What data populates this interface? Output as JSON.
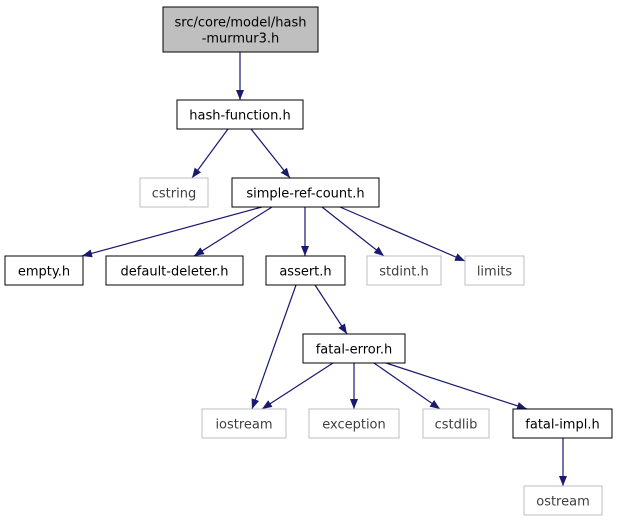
{
  "graph": {
    "colors": {
      "edge": "#191970",
      "root_fill": "#bfbfbf",
      "node_border": "#000000",
      "external_border": "#bfbfbf",
      "external_text": "#3f3f3f",
      "text": "#000000"
    },
    "nodes": [
      {
        "id": "root",
        "lines": [
          "src/core/model/hash",
          "-murmur3.h"
        ],
        "kind": "root"
      },
      {
        "id": "hash-function",
        "lines": [
          "hash-function.h"
        ],
        "kind": "file"
      },
      {
        "id": "cstring",
        "lines": [
          "cstring"
        ],
        "kind": "external"
      },
      {
        "id": "simple-ref-count",
        "lines": [
          "simple-ref-count.h"
        ],
        "kind": "file"
      },
      {
        "id": "empty",
        "lines": [
          "empty.h"
        ],
        "kind": "file"
      },
      {
        "id": "default-deleter",
        "lines": [
          "default-deleter.h"
        ],
        "kind": "file"
      },
      {
        "id": "assert",
        "lines": [
          "assert.h"
        ],
        "kind": "file"
      },
      {
        "id": "stdint",
        "lines": [
          "stdint.h"
        ],
        "kind": "external"
      },
      {
        "id": "limits",
        "lines": [
          "limits"
        ],
        "kind": "external"
      },
      {
        "id": "fatal-error",
        "lines": [
          "fatal-error.h"
        ],
        "kind": "file"
      },
      {
        "id": "iostream",
        "lines": [
          "iostream"
        ],
        "kind": "external"
      },
      {
        "id": "exception",
        "lines": [
          "exception"
        ],
        "kind": "external"
      },
      {
        "id": "cstdlib",
        "lines": [
          "cstdlib"
        ],
        "kind": "external"
      },
      {
        "id": "fatal-impl",
        "lines": [
          "fatal-impl.h"
        ],
        "kind": "file"
      },
      {
        "id": "ostream",
        "lines": [
          "ostream"
        ],
        "kind": "external"
      }
    ],
    "edges": [
      {
        "from": "root",
        "to": "hash-function"
      },
      {
        "from": "hash-function",
        "to": "cstring"
      },
      {
        "from": "hash-function",
        "to": "simple-ref-count"
      },
      {
        "from": "simple-ref-count",
        "to": "empty"
      },
      {
        "from": "simple-ref-count",
        "to": "default-deleter"
      },
      {
        "from": "simple-ref-count",
        "to": "assert"
      },
      {
        "from": "simple-ref-count",
        "to": "stdint"
      },
      {
        "from": "simple-ref-count",
        "to": "limits"
      },
      {
        "from": "assert",
        "to": "iostream"
      },
      {
        "from": "assert",
        "to": "fatal-error"
      },
      {
        "from": "fatal-error",
        "to": "iostream"
      },
      {
        "from": "fatal-error",
        "to": "exception"
      },
      {
        "from": "fatal-error",
        "to": "cstdlib"
      },
      {
        "from": "fatal-error",
        "to": "fatal-impl"
      },
      {
        "from": "fatal-impl",
        "to": "ostream"
      }
    ]
  }
}
